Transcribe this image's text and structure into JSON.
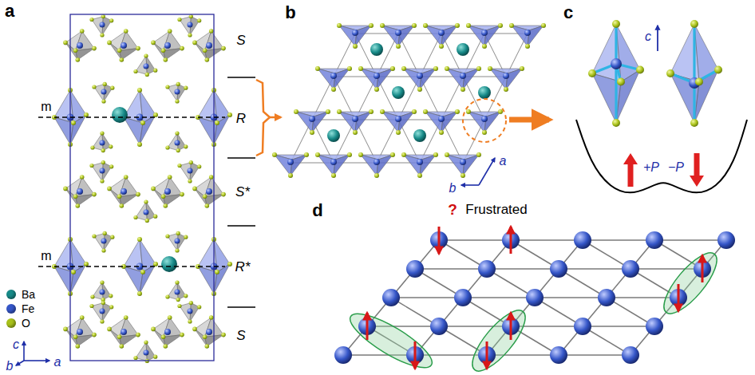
{
  "diagram": {
    "labels": [
      "a",
      "b",
      "c",
      "S",
      "m",
      "R",
      "S*",
      "m",
      "R*",
      "S",
      "c",
      "b",
      "a",
      "a",
      "b",
      "c",
      "+P",
      "−P",
      "d",
      "?",
      "Frustrated"
    ],
    "legend": [
      {
        "text": "Ba",
        "color": "#178a88"
      },
      {
        "text": "Fe",
        "color": "#3556c8"
      },
      {
        "text": "O",
        "color": "#a9c21a"
      }
    ]
  }
}
